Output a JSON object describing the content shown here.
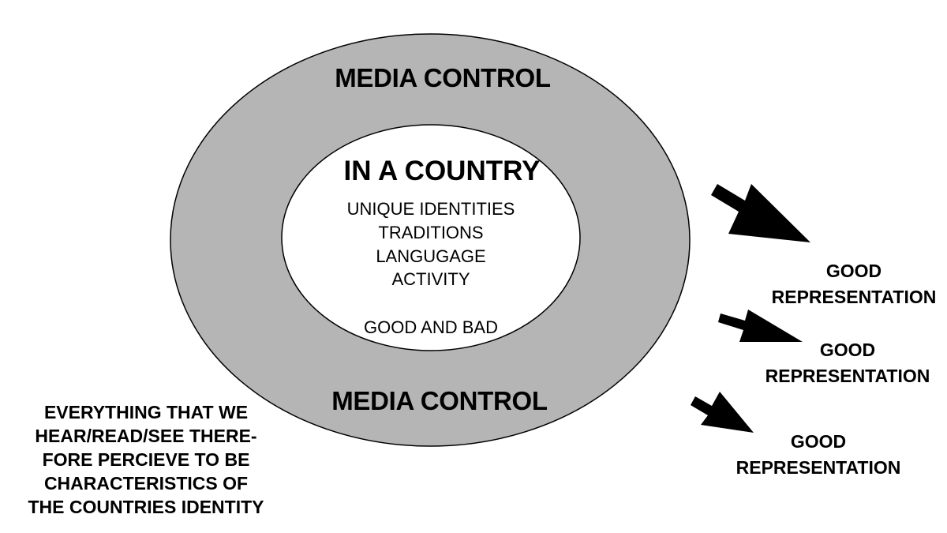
{
  "colors": {
    "outer_fill": "#b5b5b5",
    "inner_fill": "#ffffff",
    "stroke": "#000000",
    "arrow": "#000000"
  },
  "outer": {
    "label_top": "MEDIA CONTROL",
    "label_bottom": "MEDIA CONTROL"
  },
  "inner": {
    "title": "IN A COUNTRY",
    "items": [
      "UNIQUE IDENTITIES",
      "TRADITIONS",
      "LANGUGAGE",
      "ACTIVITY"
    ],
    "footer": "GOOD AND BAD"
  },
  "outputs": [
    {
      "line1": "GOOD",
      "line2": "REPRESENTATION"
    },
    {
      "line1": "GOOD",
      "line2": "REPRESENTATION"
    },
    {
      "line1": "GOOD",
      "line2": "REPRESENTATION"
    }
  ],
  "note": {
    "lines": [
      "EVERYTHING THAT WE",
      "HEAR/READ/SEE THERE-",
      "FORE PERCIEVE TO BE",
      "CHARACTERISTICS OF",
      "THE COUNTRIES IDENTITY"
    ]
  }
}
